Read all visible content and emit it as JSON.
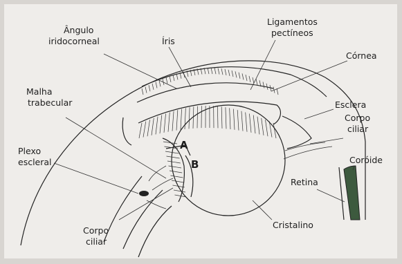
{
  "labels": {
    "angulo_line1": "Ângulo",
    "angulo_line2": "iridocorneal",
    "iris": "Íris",
    "ligamentos_line1": "Ligamentos",
    "ligamentos_line2": "pectíneos",
    "cornea": "Córnea",
    "malha_line1": "Malha",
    "malha_line2": "trabecular",
    "esclera": "Esclera",
    "corpo_ciliar_right_line1": "Corpo",
    "corpo_ciliar_right_line2": "ciliar",
    "plexo_line1": "Plexo",
    "plexo_line2": "escleral",
    "coroide": "Coróide",
    "retina": "Retina",
    "label_a": "A",
    "label_b": "B",
    "cristalino": "Cristalino",
    "corpo_ciliar_bottom_line1": "Corpo",
    "corpo_ciliar_bottom_line2": "ciliar"
  },
  "colors": {
    "paper": "#efedea",
    "background": "#d8d5d1",
    "ink": "#1e1e1e",
    "choroid_band": "#3d5a3e"
  }
}
